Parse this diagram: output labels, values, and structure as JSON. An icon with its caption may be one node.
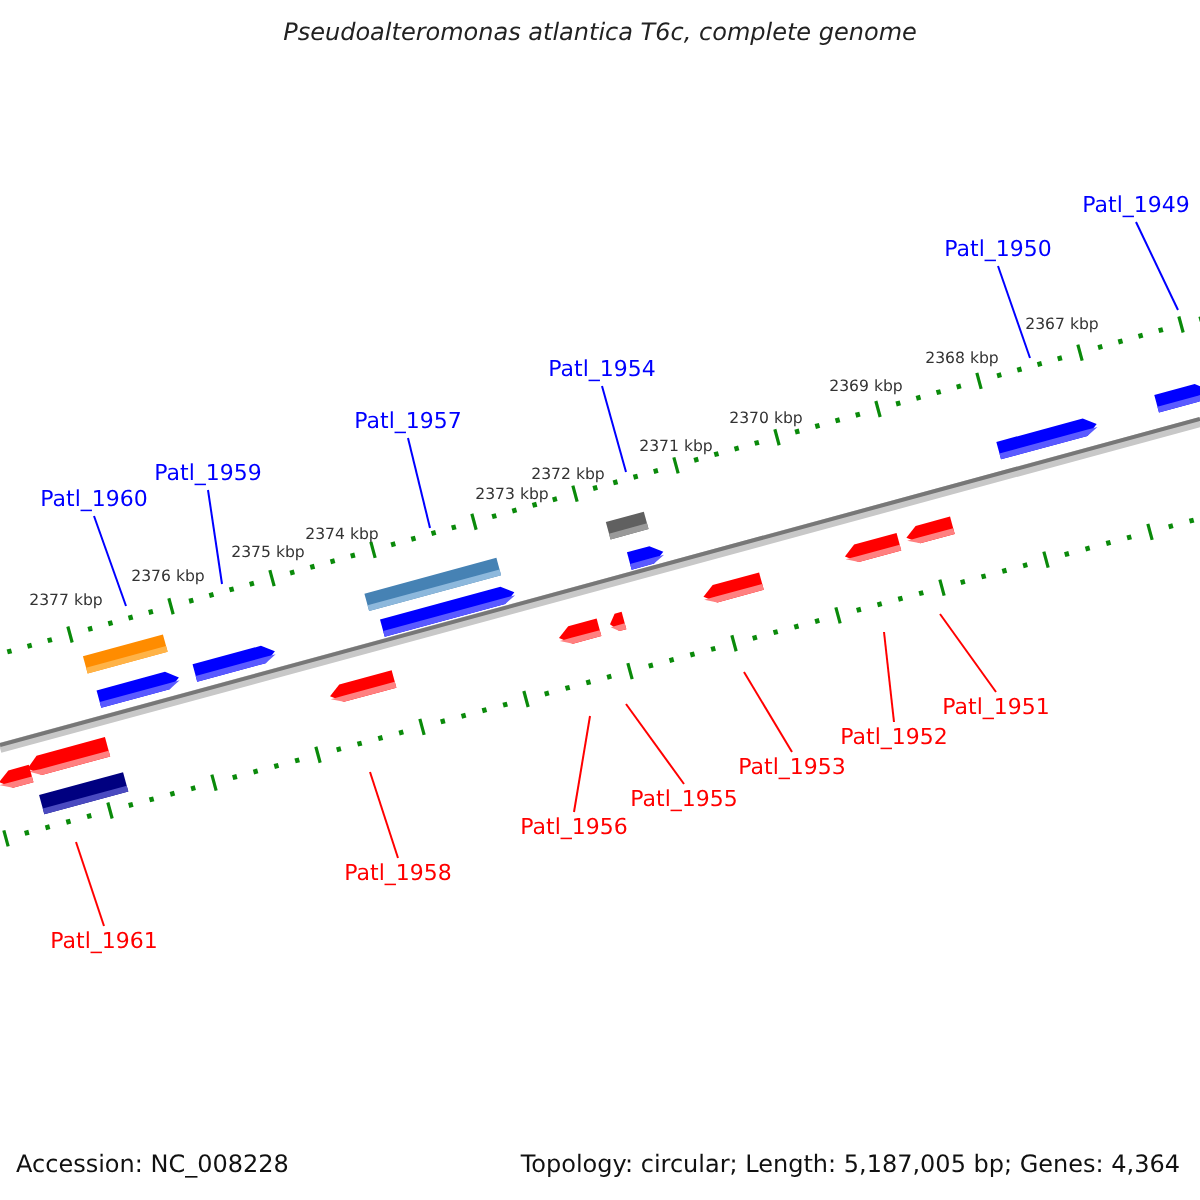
{
  "diagram": {
    "title": "Pseudoalteromonas atlantica T6c, complete genome",
    "nodes": [
      {
        "text": [
          "Patl_1949"
        ]
      },
      {
        "text": [
          "Patl_1950"
        ]
      },
      {
        "text": [
          "Patl_1954"
        ]
      },
      {
        "text": [
          "Patl_1957"
        ]
      },
      {
        "text": [
          "Patl_1959"
        ]
      },
      {
        "text": [
          "Patl_1960"
        ]
      },
      {
        "text": [
          "Patl_1951"
        ]
      },
      {
        "text": [
          "Patl_1952"
        ]
      },
      {
        "text": [
          "Patl_1953"
        ]
      },
      {
        "text": [
          "Patl_1955"
        ]
      },
      {
        "text": [
          "Patl_1956"
        ]
      },
      {
        "text": [
          "Patl_1958"
        ]
      },
      {
        "text": [
          "Patl_1961"
        ]
      }
    ],
    "edges": [
      {
        "from": 0,
        "to": null,
        "arrow": "none",
        "color": "#0000ff"
      },
      {
        "from": 1,
        "to": null,
        "arrow": "none",
        "color": "#0000ff"
      },
      {
        "from": 2,
        "to": null,
        "arrow": "none",
        "color": "#0000ff"
      },
      {
        "from": 3,
        "to": null,
        "arrow": "none",
        "color": "#0000ff"
      },
      {
        "from": 4,
        "to": null,
        "arrow": "none",
        "color": "#0000ff"
      },
      {
        "from": 5,
        "to": null,
        "arrow": "none",
        "color": "#0000ff"
      },
      {
        "from": 6,
        "to": null,
        "arrow": "none"
      },
      {
        "from": 7,
        "to": null,
        "arrow": "none"
      },
      {
        "from": 8,
        "to": null,
        "arrow": "none"
      },
      {
        "from": 9,
        "to": null,
        "arrow": "none"
      },
      {
        "from": 10,
        "to": null,
        "arrow": "none"
      },
      {
        "from": 11,
        "to": null,
        "arrow": "none"
      },
      {
        "from": 12,
        "to": null,
        "arrow": "none"
      }
    ],
    "labels": [
      "2367 kbp",
      "2368 kbp",
      "2369 kbp",
      "2370 kbp",
      "2371 kbp",
      "2372 kbp",
      "2373 kbp",
      "2374 kbp",
      "2375 kbp",
      "2376 kbp",
      "2377 kbp",
      "Accession: NC_008228",
      "Topology: circular; Length: 5,187,005 bp; Genes: 4,364"
    ]
  }
}
